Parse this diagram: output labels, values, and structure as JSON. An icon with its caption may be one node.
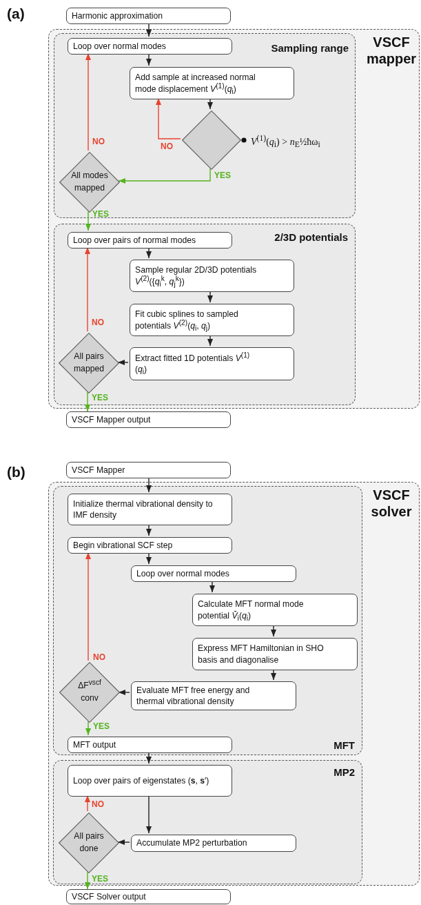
{
  "diagram": {
    "nodes": [
      {
        "text": [
          "Harmonic approximation"
        ]
      },
      {
        "text": [
          "VSCF mapper"
        ]
      },
      {
        "text": [
          "Sampling range"
        ],
        "in": 1
      },
      {
        "text": [
          "Loop over normal modes"
        ],
        "in": 2
      },
      {
        "text": [
          "Add sample at increased normal mode displacement *V*$^{(1)}$(*q*$_{i}$)"
        ],
        "in": 2
      },
      {
        "text": [],
        "shape": "diamond",
        "in": 2,
        "beside": [
          "*V*$^{(1)}$(*q*$_{i}$) > *n*$_{E}$½ħω$_{i}$"
        ]
      },
      {
        "text": [
          "All modes mapped"
        ],
        "in": 2
      },
      {
        "text": [
          "2/3D potentials"
        ],
        "in": 1
      },
      {
        "text": [
          "Loop over pairs of normal modes"
        ],
        "in": 7
      },
      {
        "text": [
          "Sample regular 2D/3D potentials *V*$^{(2)}$({*q*$_{i}$$^{k}$, *q*$_{j}$$^{k}$})"
        ],
        "in": 7
      },
      {
        "text": [
          "Fit cubic splines to sampled potentials *V*$^{(2)}$(*q*$_{i}$, *q*$_{j}$)"
        ],
        "in": 7
      },
      {
        "text": [
          "Extract fitted 1D potentials *V*$^{(1)}$(*q*$_{i}$)"
        ],
        "in": 7
      },
      {
        "text": [
          "All pairs mapped"
        ],
        "in": 7
      },
      {
        "text": [
          "VSCF Mapper output"
        ]
      },
      {
        "text": [
          "VSCF Mapper"
        ]
      },
      {
        "text": [
          "VSCF solver"
        ]
      },
      {
        "text": [
          "MFT"
        ],
        "in": 15
      },
      {
        "text": [
          "Initialize thermal vibrational density to IMF density"
        ],
        "in": 16
      },
      {
        "text": [
          "Begin vibrational SCF step"
        ],
        "in": 16
      },
      {
        "text": [
          "Loop over normal modes"
        ],
        "in": 16
      },
      {
        "text": [
          "Calculate MFT normal mode potential *V̄*$_{i}$(*q*$_{i}$)"
        ],
        "in": 16
      },
      {
        "text": [
          "Express MFT Hamiltonian in SHO basis and diagonalise"
        ],
        "in": 16
      },
      {
        "text": [
          "ΔF$^{vscf}$ conv"
        ],
        "in": 16
      },
      {
        "text": [
          "Evaluate MFT free energy and thermal vibrational density"
        ],
        "in": 16
      },
      {
        "text": [
          "MFT output"
        ],
        "in": 16
      },
      {
        "text": [
          "MP2"
        ],
        "in": 15
      },
      {
        "text": [
          "Loop over pairs of eigenstates (**s**, **s**′)"
        ],
        "in": 25
      },
      {
        "text": [
          "All pairs done"
        ],
        "in": 25
      },
      {
        "text": [
          "Accumulate MP2 perturbation"
        ],
        "in": 25
      },
      {
        "text": [
          "VSCF Solver output"
        ]
      }
    ],
    "edges": [
      {
        "from": 0,
        "to": 3,
        "arrow": "to"
      },
      {
        "from": 3,
        "to": 4,
        "arrow": "to"
      },
      {
        "from": 4,
        "to": 5,
        "arrow": "to"
      },
      {
        "from": 5,
        "to": 4,
        "arrow": "to",
        "label": "NO",
        "color": "#e8432f"
      },
      {
        "from": 5,
        "to": 6,
        "arrow": "to",
        "label": "YES",
        "color": "#55b31f"
      },
      {
        "from": 6,
        "to": 3,
        "arrow": "to",
        "label": "NO",
        "color": "#e8432f"
      },
      {
        "from": 6,
        "to": 8,
        "arrow": "to",
        "label": "YES",
        "color": "#55b31f"
      },
      {
        "from": 8,
        "to": 9,
        "arrow": "to"
      },
      {
        "from": 9,
        "to": 10,
        "arrow": "to"
      },
      {
        "from": 10,
        "to": 11,
        "arrow": "to"
      },
      {
        "from": 11,
        "to": 12,
        "arrow": "to"
      },
      {
        "from": 12,
        "to": 8,
        "arrow": "to",
        "label": "NO",
        "color": "#e8432f"
      },
      {
        "from": 12,
        "to": 13,
        "arrow": "to",
        "label": "YES",
        "color": "#55b31f"
      },
      {
        "from": 14,
        "to": 17,
        "arrow": "to"
      },
      {
        "from": 17,
        "to": 18,
        "arrow": "to"
      },
      {
        "from": 18,
        "to": 19,
        "arrow": "to"
      },
      {
        "from": 19,
        "to": 20,
        "arrow": "to"
      },
      {
        "from": 20,
        "to": 21,
        "arrow": "to"
      },
      {
        "from": 21,
        "to": 23,
        "arrow": "to"
      },
      {
        "from": 23,
        "to": 22,
        "arrow": "to"
      },
      {
        "from": 22,
        "to": 18,
        "arrow": "to",
        "label": "NO",
        "color": "#e8432f"
      },
      {
        "from": 22,
        "to": 24,
        "arrow": "to",
        "label": "YES",
        "color": "#55b31f"
      },
      {
        "from": 24,
        "to": 26,
        "arrow": "to"
      },
      {
        "from": 26,
        "to": 28,
        "arrow": "to"
      },
      {
        "from": 28,
        "to": 27,
        "arrow": "to"
      },
      {
        "from": 27,
        "to": 26,
        "arrow": "to",
        "label": "NO",
        "color": "#e8432f"
      },
      {
        "from": 27,
        "to": 29,
        "arrow": "to",
        "label": "YES",
        "color": "#55b31f"
      }
    ],
    "labels": [
      "(a)",
      "(b)"
    ]
  }
}
